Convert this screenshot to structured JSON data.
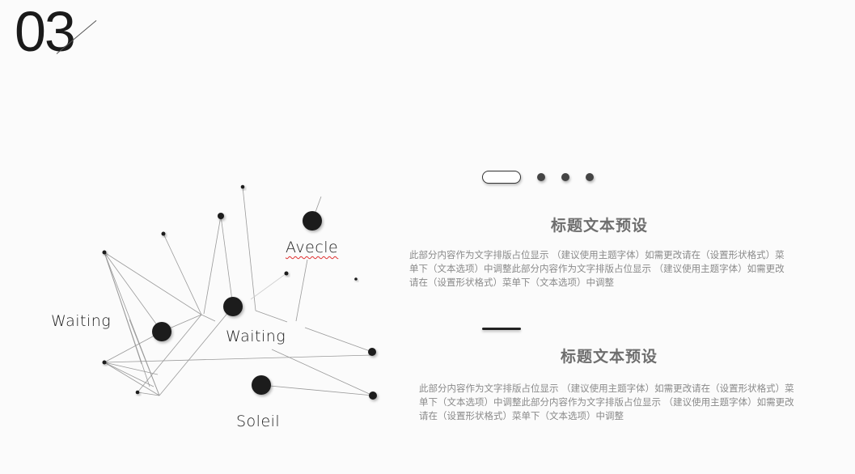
{
  "slide": {
    "number": "03",
    "background": "#fbfbfb"
  },
  "network": {
    "labels": [
      {
        "text": "Avecle",
        "spellcheck_underline": true
      },
      {
        "text": "Waiting"
      },
      {
        "text": "Waiting"
      },
      {
        "text": "Soleil"
      }
    ],
    "node_color": "#1a1a1a",
    "line_color": "#9a9a9a"
  },
  "pager": {
    "active_index": 0,
    "count": 4
  },
  "sections": [
    {
      "title": "标题文本预设",
      "body": "此部分内容作为文字排版占位显示 （建议使用主题字体）如需更改请在（设置形状格式）菜单下（文本选项）中调整此部分内容作为文字排版占位显示 （建议使用主题字体）如需更改请在（设置形状格式）菜单下（文本选项）中调整"
    },
    {
      "title": "标题文本预设",
      "body": "此部分内容作为文字排版占位显示 （建议使用主题字体）如需更改请在（设置形状格式）菜单下（文本选项）中调整此部分内容作为文字排版占位显示 （建议使用主题字体）如需更改请在（设置形状格式）菜单下（文本选项）中调整"
    }
  ],
  "colors": {
    "title_gray": "#6e6e6e",
    "body_gray": "#8a8a8a",
    "accent_dark": "#222222"
  }
}
